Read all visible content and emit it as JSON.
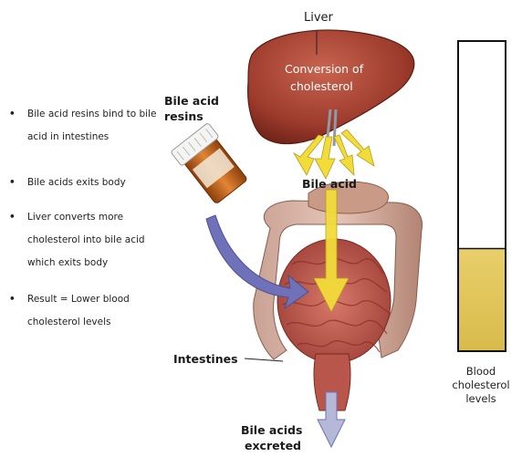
{
  "bullets": [
    "Bile acid resins bind to bile acid in intestines",
    "Bile acids exits body",
    "Liver converts more cholesterol into bile acid which exits body",
    "Result = Lower blood cholesterol levels"
  ],
  "bullet_symbol": "•",
  "labels": {
    "liver": "Liver",
    "conversion_line1": "Conversion of",
    "conversion_line2": "cholesterol",
    "resins_line1": "Bile acid",
    "resins_line2": "resins",
    "bile_acid": "Bile acid",
    "intestines": "Intestines",
    "excreted_line1": "Bile acids",
    "excreted_line2": "excreted"
  },
  "meter": {
    "label_line1": "Blood",
    "label_line2": "cholesterol",
    "label_line3": "levels",
    "fill_fraction": 0.33,
    "fill_color": "#e8cf6a"
  },
  "colors": {
    "liver": "#9c3a2c",
    "intestine": "#c85a4e",
    "arrow_yellow": "#f2dc3a",
    "arrow_purple": "#6f72b8",
    "bottle": "#c8661c"
  },
  "icons": [
    "pill-bottle-icon"
  ]
}
